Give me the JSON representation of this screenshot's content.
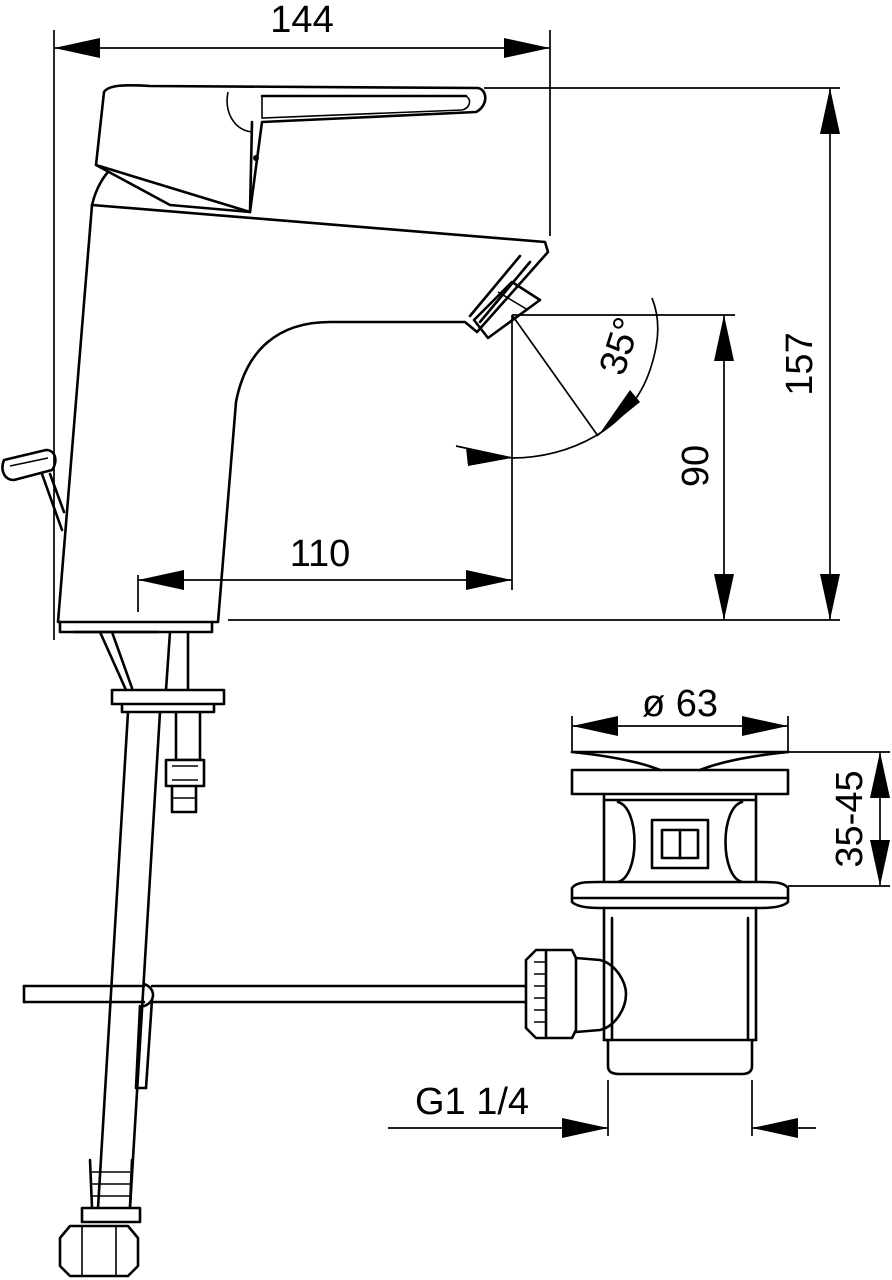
{
  "dimensions": {
    "width_top": "144",
    "height_total": "157",
    "spout_height": "90",
    "spout_reach": "110",
    "spout_angle": "35°",
    "waste_diameter": "ø 63",
    "waste_height_range": "35-45",
    "thread": "G1 1/4"
  }
}
